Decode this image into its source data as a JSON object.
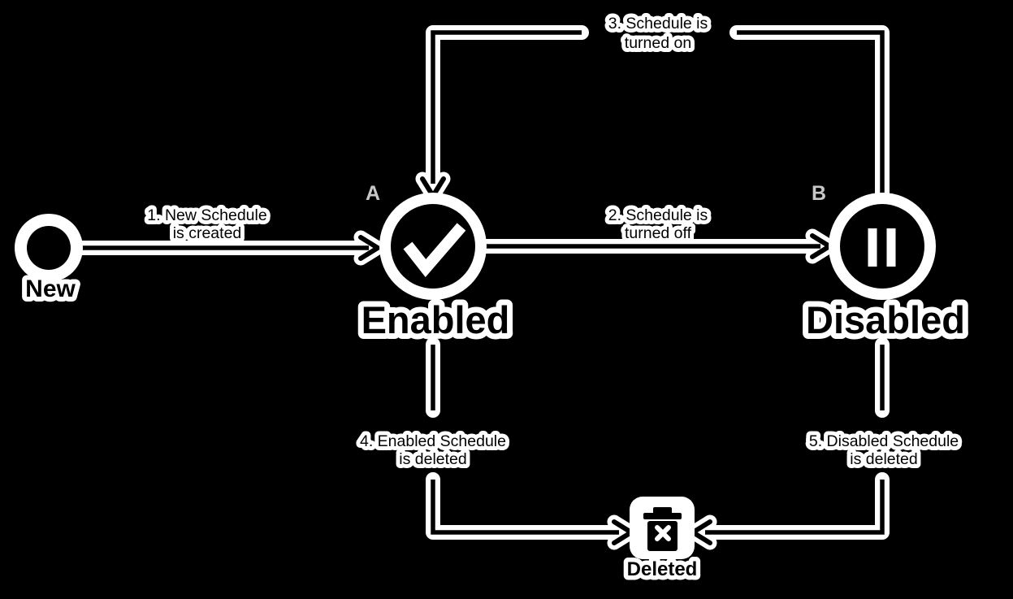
{
  "colors": {
    "background": "#000000",
    "shape_fill": "#000000",
    "halo": "#ffffff",
    "marker_gray": "#c8c8c8"
  },
  "nodes": {
    "new": {
      "label": "New",
      "icon": "start-dot-icon"
    },
    "enabled": {
      "label": "Enabled",
      "marker": "A",
      "icon": "check-icon"
    },
    "disabled": {
      "label": "Disabled",
      "marker": "B",
      "icon": "pause-icon"
    },
    "deleted": {
      "label": "Deleted",
      "icon": "trash-icon"
    }
  },
  "transitions": [
    {
      "num": "1",
      "line1": "1. New Schedule",
      "line2": "is created",
      "from": "new",
      "to": "enabled"
    },
    {
      "num": "2",
      "line1": "2. Schedule is",
      "line2": "turned off",
      "from": "enabled",
      "to": "disabled"
    },
    {
      "num": "3",
      "line1": "3. Schedule is",
      "line2": "turned on",
      "from": "disabled",
      "to": "enabled"
    },
    {
      "num": "4",
      "line1": "4. Enabled Schedule",
      "line2": "is deleted",
      "from": "enabled",
      "to": "deleted"
    },
    {
      "num": "5",
      "line1": "5. Disabled Schedule",
      "line2": "is deleted",
      "from": "disabled",
      "to": "deleted"
    }
  ]
}
